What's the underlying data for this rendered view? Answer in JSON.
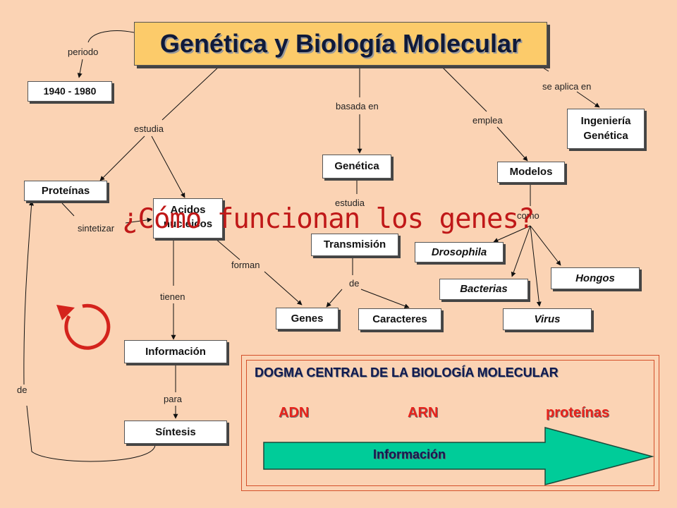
{
  "title": "Genética y Biología Molecular",
  "overlay_question": "¿Cómo funcionan los genes?",
  "nodes": {
    "period": "1940 - 1980",
    "proteinas": "Proteínas",
    "acidos_line1": "Acidos",
    "acidos_line2": "nucleicos",
    "informacion": "Información",
    "sintesis": "Síntesis",
    "genetica": "Genética",
    "transmision": "Transmisión",
    "genes": "Genes",
    "caracteres": "Caracteres",
    "modelos": "Modelos",
    "ingenieria_line1": "Ingeniería",
    "ingenieria_line2": "Genética",
    "drosophila": "Drosophila",
    "bacterias": "Bacterias",
    "hongos": "Hongos",
    "virus": "Virus"
  },
  "links": {
    "periodo": "periodo",
    "estudia_left": "estudia",
    "basada_en": "basada en",
    "emplea": "emplea",
    "se_aplica_en": "se aplica en",
    "sintetizar": "sintetizar",
    "forman": "forman",
    "tienen": "tienen",
    "estudia_mid": "estudia",
    "de_mid": "de",
    "como": "como",
    "para": "para",
    "de_left": "de"
  },
  "dogma": {
    "title": "DOGMA CENTRAL DE LA BIOLOGÍA MOLECULAR",
    "adn": "ADN",
    "arn": "ARN",
    "proteinas": "proteínas",
    "arrow_label": "Información"
  },
  "icons": {
    "cycle": "circular-arrow-icon"
  },
  "colors": {
    "background": "#fbd3b4",
    "title_box": "#fccb6a",
    "overlay_text": "#c01818",
    "dogma_red": "#e8231c",
    "arrow_fill": "#00cc99"
  }
}
